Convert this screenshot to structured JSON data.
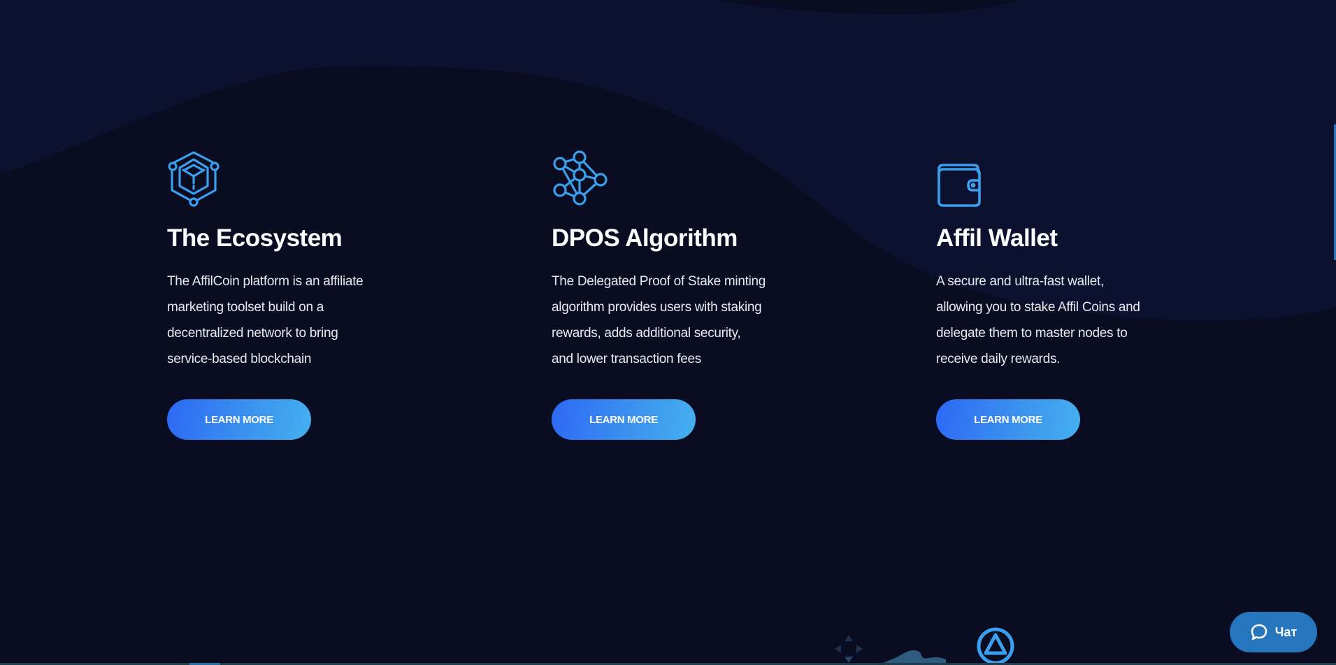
{
  "colors": {
    "page_background": "#0a0c22",
    "wave_background": "#0d1130",
    "accent_blue": "#3a9fec",
    "button_gradient_start": "#2d68f5",
    "button_gradient_end": "#45b0f0",
    "chat_button": "#2576bc"
  },
  "features": [
    {
      "icon": "cube-network-icon",
      "title": "The Ecosystem",
      "description_lines": [
        "The AffilCoin platform is an affiliate",
        "marketing toolset build on a",
        "decentralized network to bring",
        "service-based blockchain"
      ],
      "button_label": "LEARN MORE"
    },
    {
      "icon": "node-graph-icon",
      "title": "DPOS Algorithm",
      "description_lines": [
        "The Delegated Proof of Stake minting",
        "algorithm provides users with staking",
        "rewards, adds additional security,",
        "and lower transaction fees"
      ],
      "button_label": "LEARN MORE"
    },
    {
      "icon": "wallet-icon",
      "title": "Affil Wallet",
      "description_lines": [
        "A secure and ultra-fast wallet,",
        "allowing you to stake Affil Coins and",
        "delegate them to master nodes to",
        "receive daily rewards."
      ],
      "button_label": "LEARN MORE"
    }
  ],
  "chat_widget": {
    "icon": "chat-bubble-icon",
    "label": "Чат"
  }
}
